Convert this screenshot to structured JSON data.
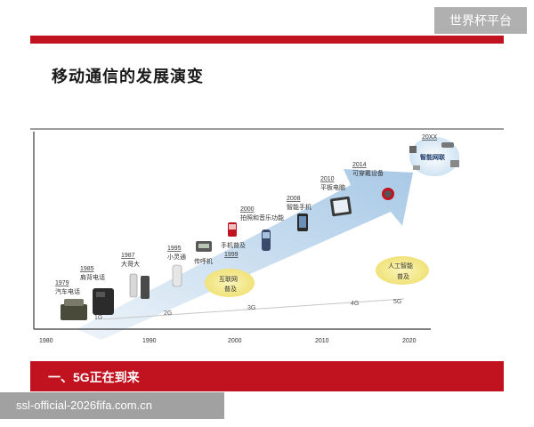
{
  "watermark_top": "世界杯平台",
  "watermark_bottom": "ssl-official-2026fifa.com.cn",
  "slide": {
    "title": "移动通信的发展演变",
    "footer": "一、5G正在到来"
  },
  "timeline": {
    "years": [
      "1980",
      "1990",
      "2000",
      "2010",
      "2020"
    ],
    "generations": [
      "1G",
      "2G",
      "3G",
      "4G",
      "5G"
    ],
    "milestones": [
      {
        "year": "1979",
        "label": "汽车电话"
      },
      {
        "year": "1985",
        "label": "肩背电话"
      },
      {
        "year": "1987",
        "label": "大哥大"
      },
      {
        "year": "1995",
        "label": "小灵通"
      },
      {
        "year": "",
        "label": "传呼机"
      },
      {
        "year": "2000",
        "label": "拍照和音乐功能"
      },
      {
        "year": "1999",
        "label": "手机普及"
      },
      {
        "year": "2008",
        "label": "智能手机"
      },
      {
        "year": "2010",
        "label": "平板电脑"
      },
      {
        "year": "2014",
        "label": "可穿戴设备"
      },
      {
        "year": "20XX",
        "label": "智能网联"
      }
    ],
    "bubbles": [
      {
        "line1": "互联网",
        "line2": "普及"
      },
      {
        "line1": "人工智能",
        "line2": "普及"
      }
    ]
  }
}
